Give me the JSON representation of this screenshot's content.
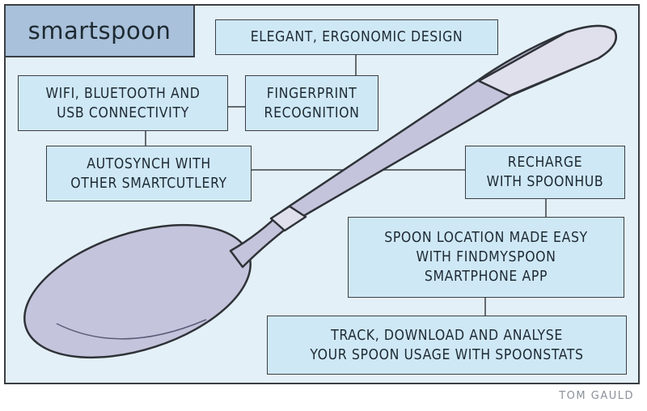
{
  "title": "smartspoon",
  "features": [
    {
      "lines": [
        "ELEGANT, ERGONOMIC DESIGN"
      ]
    },
    {
      "lines": [
        "WIFI, BLUETOOTH AND",
        "USB CONNECTIVITY"
      ]
    },
    {
      "lines": [
        "FINGERPRINT",
        "RECOGNITION"
      ]
    },
    {
      "lines": [
        "AUTOSYNCH WITH",
        "OTHER SMARTCUTLERY"
      ]
    },
    {
      "lines": [
        "RECHARGE",
        "WITH SPOONHUB"
      ]
    },
    {
      "lines": [
        "SPOON LOCATION MADE EASY",
        "WITH FINDMYSPOON",
        "SMARTPHONE APP"
      ]
    },
    {
      "lines": [
        "TRACK, DOWNLOAD AND ANALYSE",
        "YOUR SPOON USAGE WITH SPOONSTATS"
      ]
    }
  ],
  "credit": "TOM GAULD",
  "colors": {
    "background": "#e4f0f8",
    "box": "#cfe8f6",
    "title_box": "#a9c1da",
    "spoon": "#c4c4dc",
    "spoon_bands": "#dfe0ec",
    "outline": "#3a3f44"
  }
}
